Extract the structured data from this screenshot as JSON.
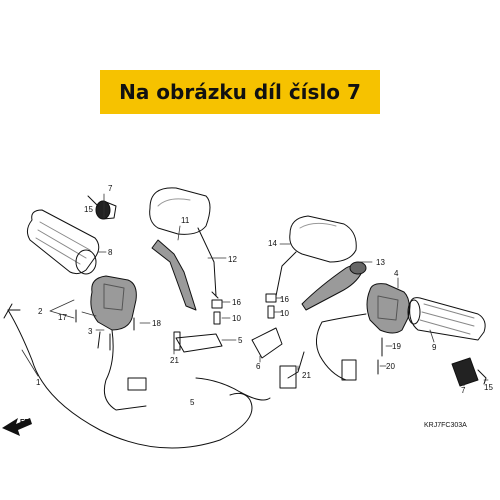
{
  "banner": {
    "text": "Na obrázku díl číslo 7"
  },
  "diagram": {
    "code": "KRJ7FC303A",
    "direction_label": "FR.",
    "callouts": [
      "1",
      "2",
      "3",
      "4",
      "5",
      "5",
      "6",
      "7",
      "7",
      "8",
      "9",
      "10",
      "10",
      "11",
      "12",
      "13",
      "14",
      "15",
      "15",
      "16",
      "16",
      "17",
      "18",
      "19",
      "20",
      "21",
      "21"
    ]
  },
  "colors": {
    "banner": "#f6c200",
    "line": "#111111",
    "shade": "#9a9a9a"
  }
}
